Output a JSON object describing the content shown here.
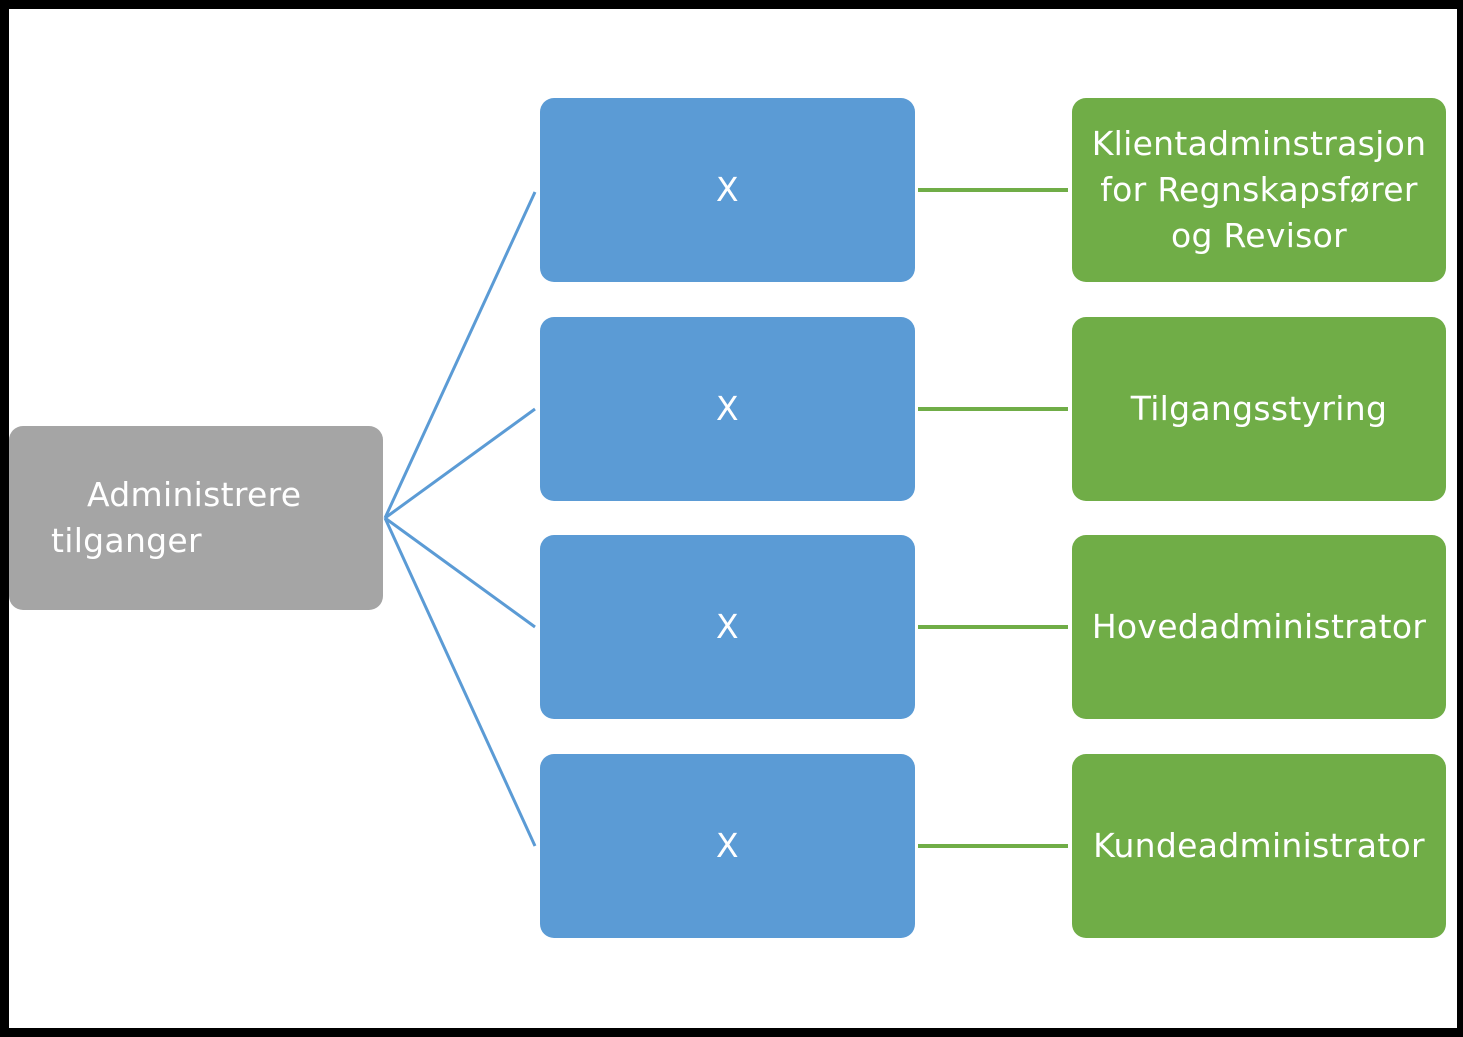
{
  "diagram": {
    "root": {
      "line1": "Administrere",
      "line2": "tilganger",
      "color": "#a5a5a5"
    },
    "branches": [
      {
        "mid_label": "X",
        "leaf_label": "Klientadminstrasjon\nfor Regnskapsfører\nog Revisor"
      },
      {
        "mid_label": "X",
        "leaf_label": "Tilgangsstyring"
      },
      {
        "mid_label": "X",
        "leaf_label": "Hovedadministrator"
      },
      {
        "mid_label": "X",
        "leaf_label": "Kundeadministrator"
      }
    ],
    "colors": {
      "mid_fill": "#5b9bd5",
      "leaf_fill": "#70ad47",
      "mid_connector": "#5b9bd5",
      "leaf_connector": "#70ad47",
      "text": "#ffffff",
      "border": "#000000"
    }
  }
}
